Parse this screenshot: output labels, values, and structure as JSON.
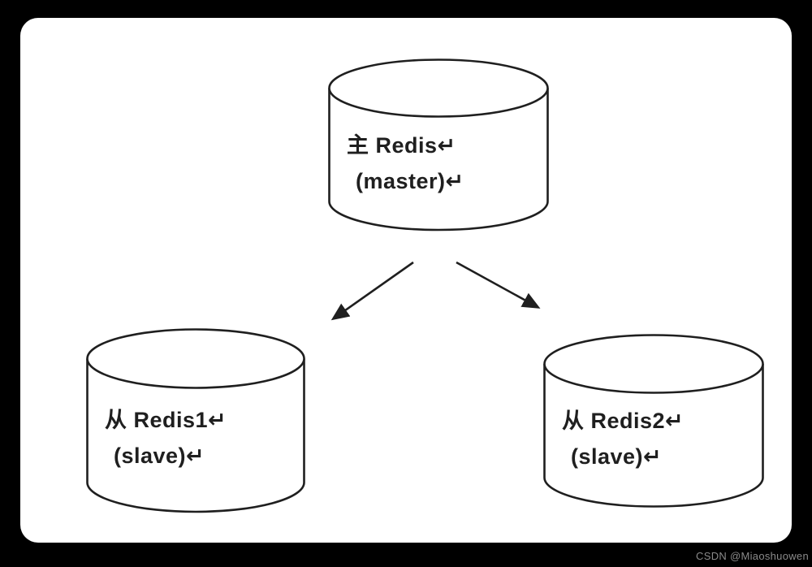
{
  "diagram": {
    "title_hint": "Redis master-slave replication diagram",
    "nodes": [
      {
        "id": "master",
        "line1": "主 Redis↵",
        "line2": "(master)↵"
      },
      {
        "id": "slave1",
        "line1": "从 Redis1↵",
        "line2": "(slave)↵"
      },
      {
        "id": "slave2",
        "line1": "从 Redis2↵",
        "line2": "(slave)↵"
      }
    ],
    "edges": [
      {
        "from": "master",
        "to": "slave1"
      },
      {
        "from": "master",
        "to": "slave2"
      }
    ]
  },
  "colors": {
    "page_background": "#000000",
    "canvas_background": "#ffffff",
    "shape_stroke": "#1f1f1f",
    "watermark_text": "#8a8a8a"
  },
  "watermark": "CSDN @Miaoshuowen"
}
